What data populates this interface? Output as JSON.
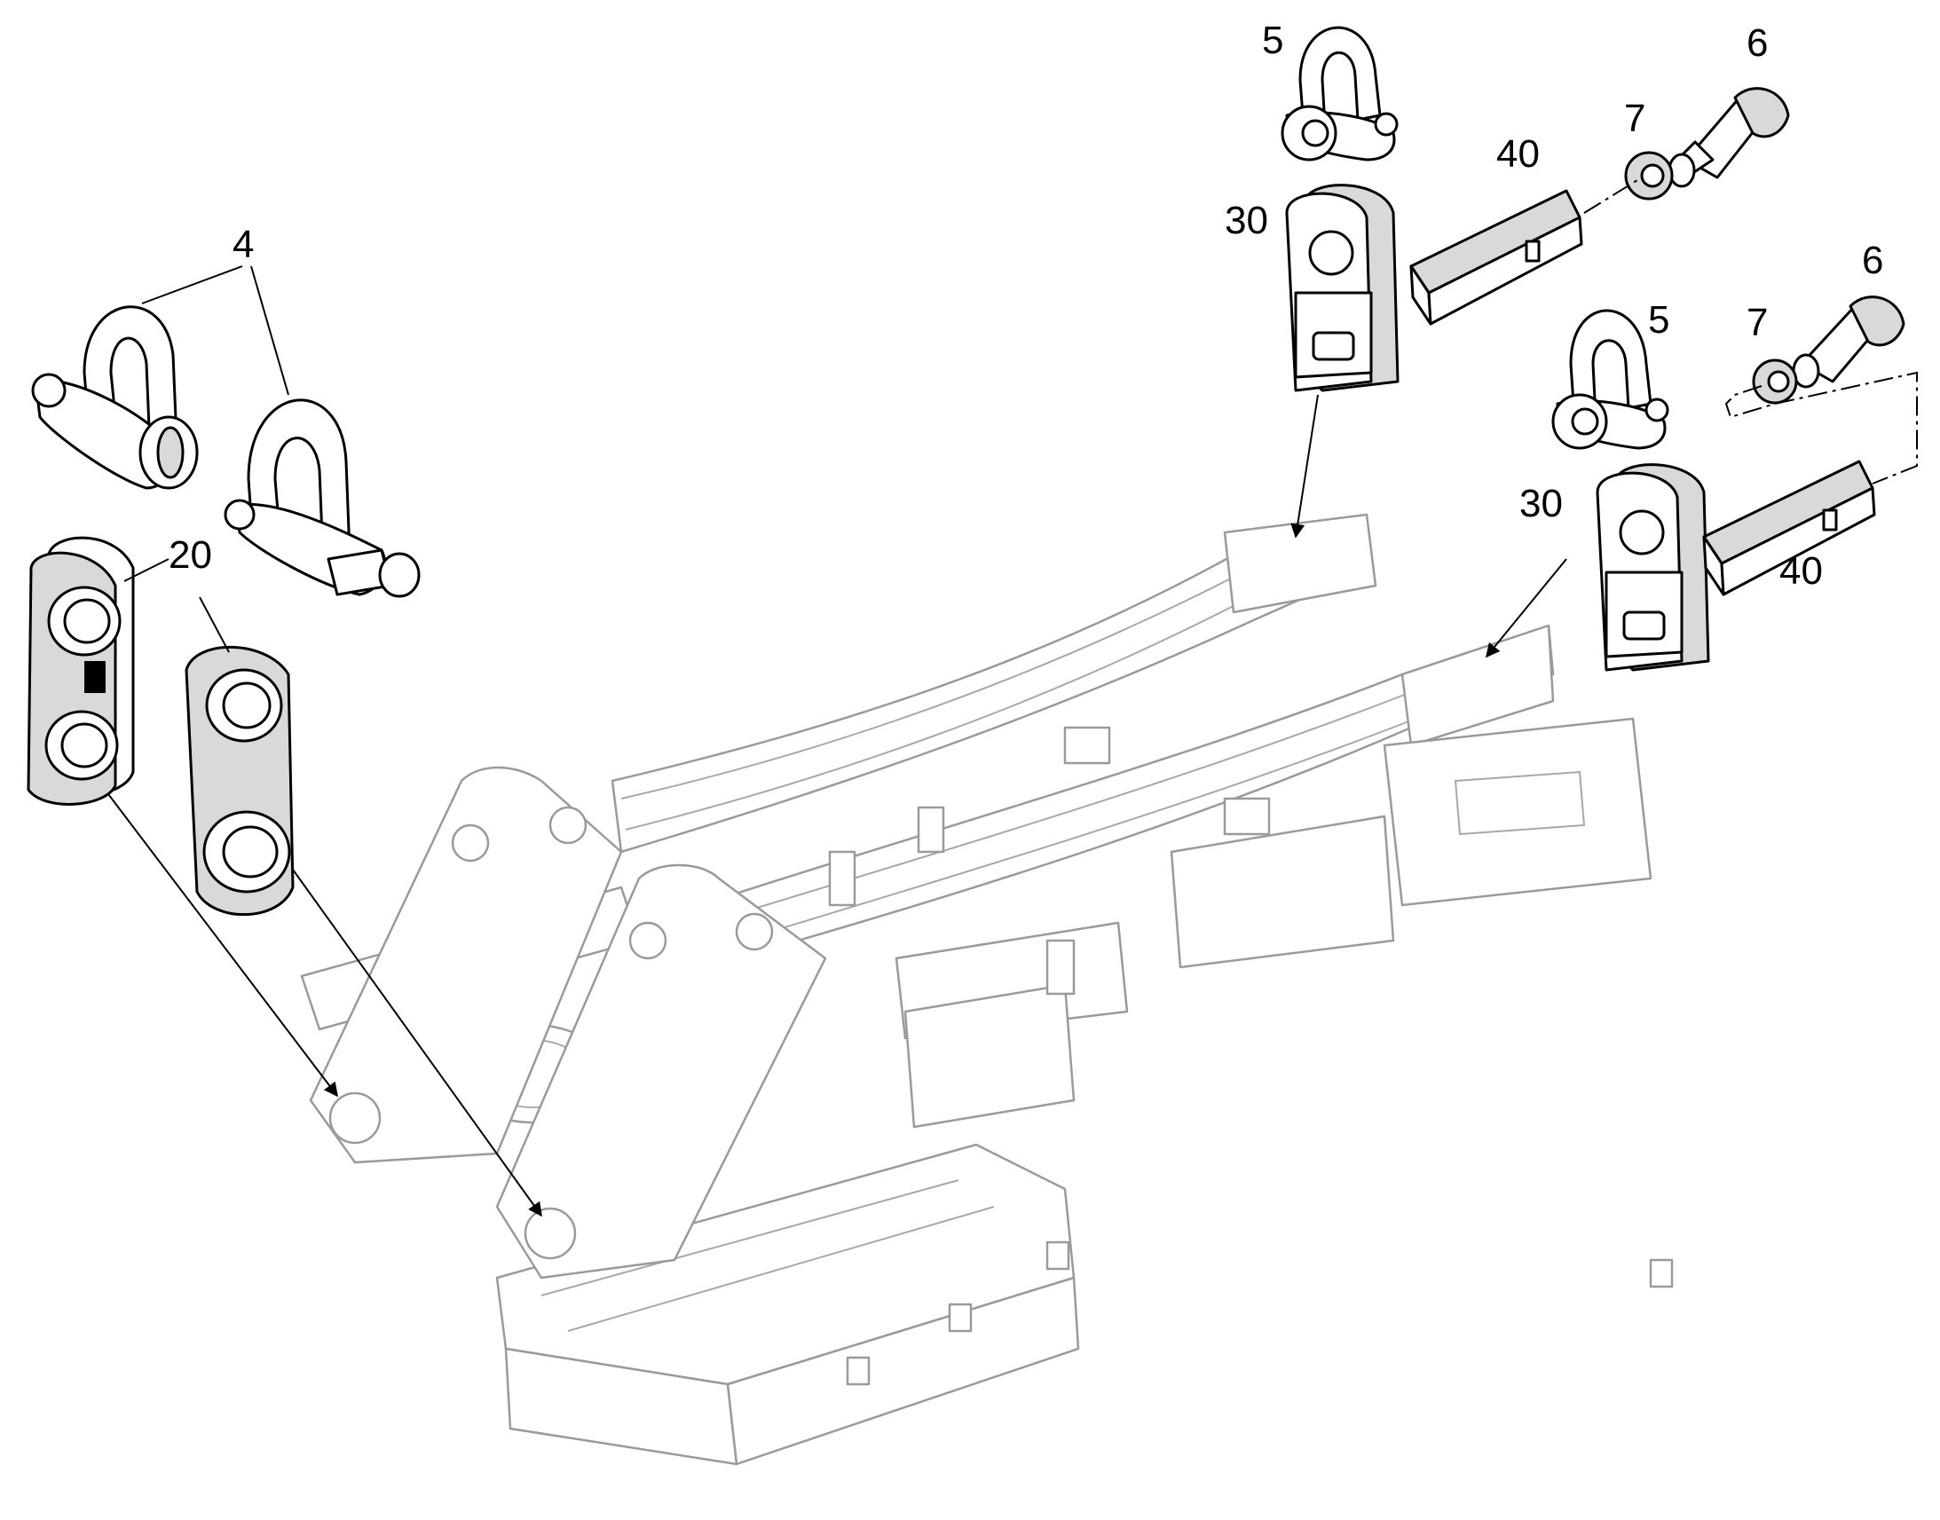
{
  "callouts": {
    "shackle_left": "4",
    "link_plate": "20",
    "shackle_right_top": "5",
    "shackle_right_mid": "5",
    "bolt_top": "6",
    "bolt_mid": "6",
    "washer_top": "7",
    "washer_mid": "7",
    "lift_eye_top": "30",
    "lift_eye_mid": "30",
    "wedge_top": "40",
    "wedge_mid": "40"
  }
}
